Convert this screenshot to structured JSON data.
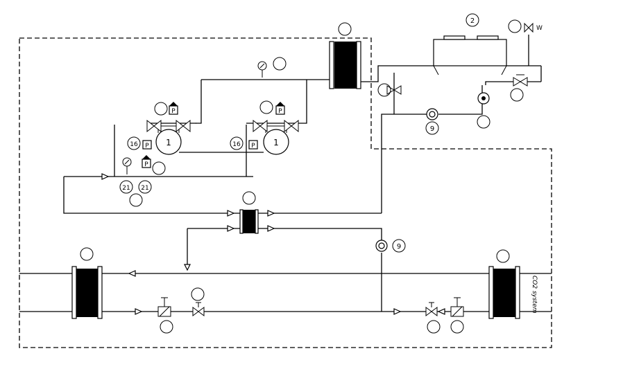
{
  "labels": {
    "pump": "1",
    "condenser": "2",
    "flow_switch": "9",
    "gauge_group": "16",
    "valve_group": "21",
    "pressure_tag": "P",
    "water_tag": "W",
    "co2_system": "CO2  system"
  },
  "colors": {
    "line": "#000000",
    "background": "#ffffff"
  }
}
